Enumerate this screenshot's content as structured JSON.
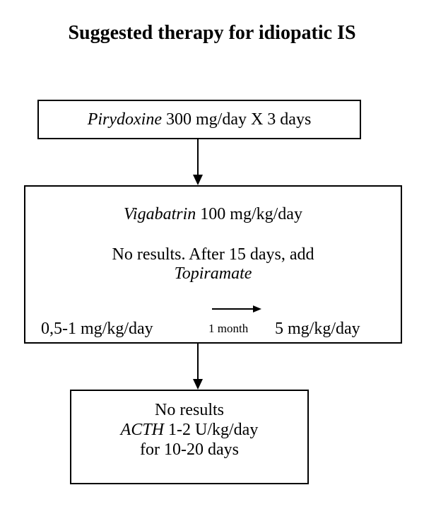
{
  "title": "Suggested therapy for idiopatic IS",
  "steps": [
    {
      "drug": "Pirydoxine",
      "text": " 300 mg/day X 3 days"
    },
    {
      "drug": "Vigabatrin",
      "dose": " 100 mg/kg/day",
      "note": "No results. After 15 days, add",
      "added_drug": "Topiramate",
      "titration": {
        "start": "0,5-1 mg/kg/day",
        "period": "1 month",
        "end": "5 mg/kg/day"
      }
    },
    {
      "condition": "No results",
      "drug": "ACTH",
      "dose": " 1-2 U/kg/day",
      "duration": "for 10-20 days"
    }
  ]
}
